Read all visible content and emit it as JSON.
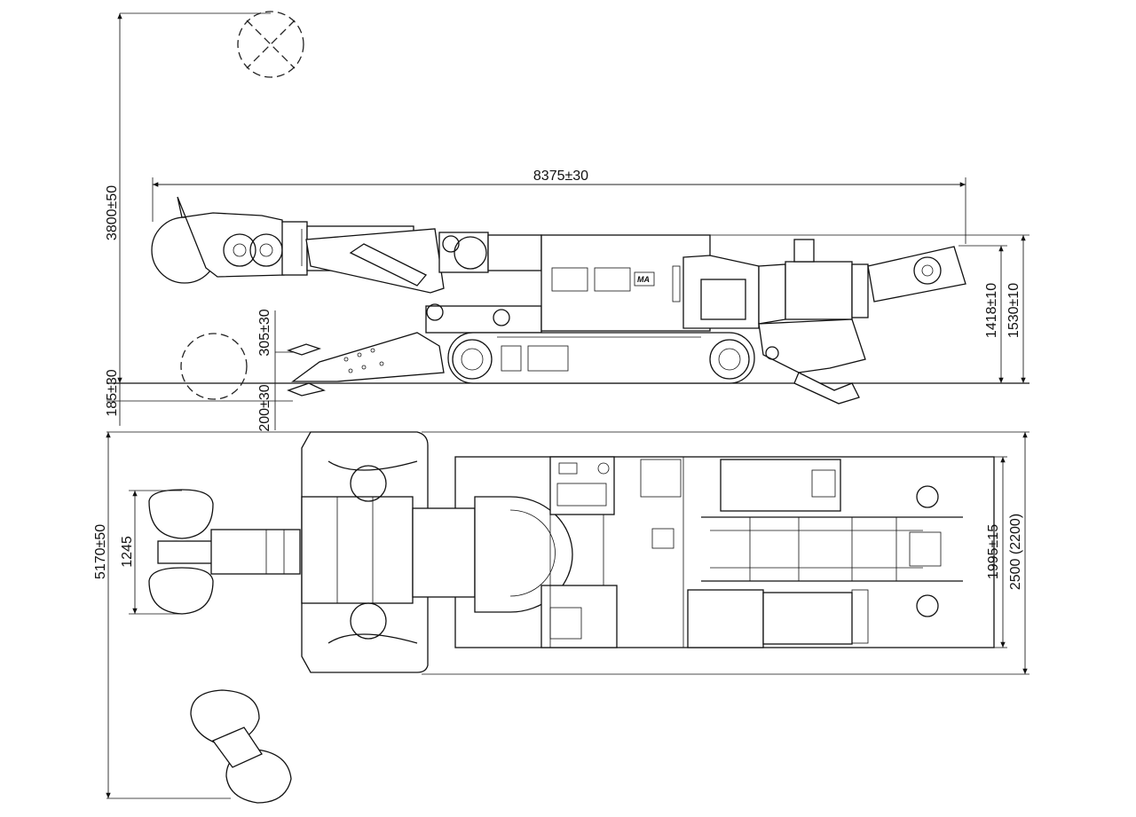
{
  "drawing": {
    "title_marking": "MA",
    "side_view": {
      "overall_length": "8375±30",
      "max_cutting_height": "3800±50",
      "undercut_depth": "185±30",
      "loading_shovel_lift": "305±30",
      "loading_shovel_drop": "200±30",
      "body_height": "1418±10",
      "total_height": "1530±10"
    },
    "top_view": {
      "max_cutting_width": "5170±50",
      "cutter_head_width": "1245",
      "track_gauge": "1995±15",
      "overall_width": "2500 (2200)"
    }
  }
}
